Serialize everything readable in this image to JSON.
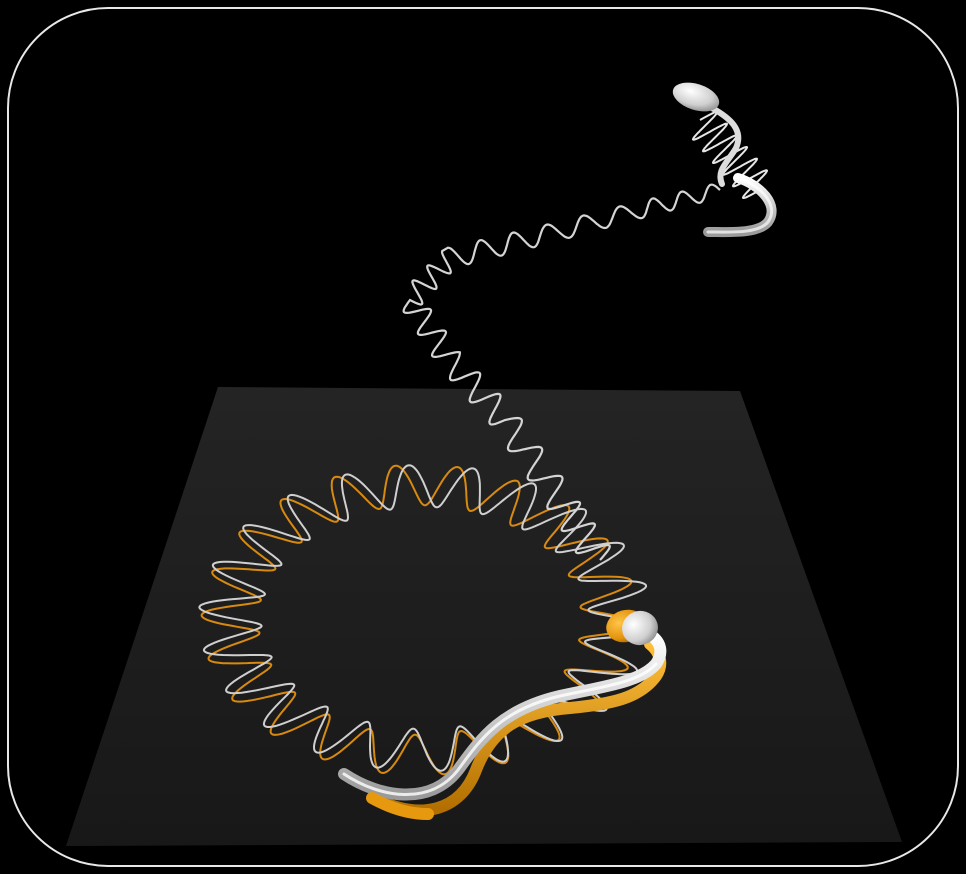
{
  "scene": {
    "background_color": "#000000",
    "frame_color": "#e8e8e8",
    "plane_color": "#1b1b1b",
    "trajectories": [
      {
        "name": "white-swimmer",
        "color": "#d8d8d8",
        "description_icon": "sperm-cell-white"
      },
      {
        "name": "orange-swimmer",
        "color": "#e0930f",
        "description_icon": "sperm-cell-orange"
      }
    ]
  }
}
